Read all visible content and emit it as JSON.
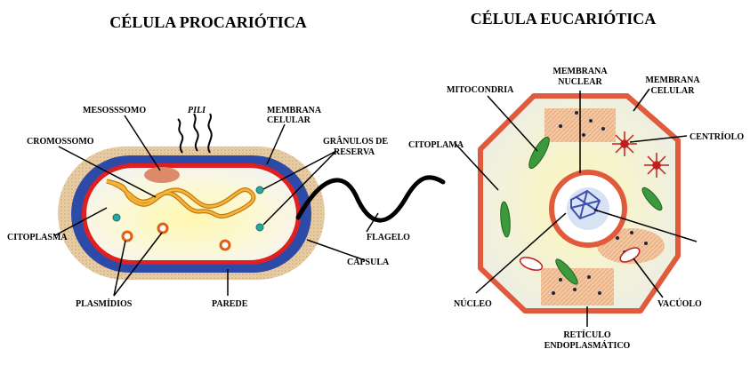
{
  "prokaryote": {
    "title": "CÉLULA PROCARIÓTICA",
    "labels": {
      "mesossomo": "MESOSSSOMO",
      "pili": "PILI",
      "membrana_celular_1": "MEMBRANA",
      "membrana_celular_2": "CELULAR",
      "cromossomo": "CROMOSSOMO",
      "granulos_1": "GRÂNULOS DE",
      "granulos_2": "RESERVA",
      "citoplasma": "CITOPLASMA",
      "flagelo": "FLAGELO",
      "capsula": "CÁPSULA",
      "plasmidios": "PLASMÍDIOS",
      "parede": "PAREDE"
    }
  },
  "eukaryote": {
    "title": "CÉLULA EUCARIÓTICA",
    "labels": {
      "mitocondria": "MITOCONDRIA",
      "membrana_nuclear_1": "MEMBRANA",
      "membrana_nuclear_2": "NUCLEAR",
      "membrana_celular_1": "MEMBRANA",
      "membrana_celular_2": "CELULAR",
      "centriolo": "CENTRÍOLO",
      "citoplama": "CITOPLAMA",
      "nucleo": "NÚCLEO",
      "vacuolo": "VACÚOLO",
      "reticulo_1": "RETÍCULO",
      "reticulo_2": "ENDOPLASMÁTICO"
    }
  },
  "colors": {
    "capsule": "#e8cfa6",
    "wall": "#2e4aa8",
    "membrane": "#e02020",
    "cytoplasm": "#fbf7cc",
    "chromosome": "#f0a21c",
    "granule": "#2aa7a0",
    "mitochondria": "#3c9a3c",
    "eu_membrane": "#e05a3c",
    "er": "#f2c4a0"
  }
}
